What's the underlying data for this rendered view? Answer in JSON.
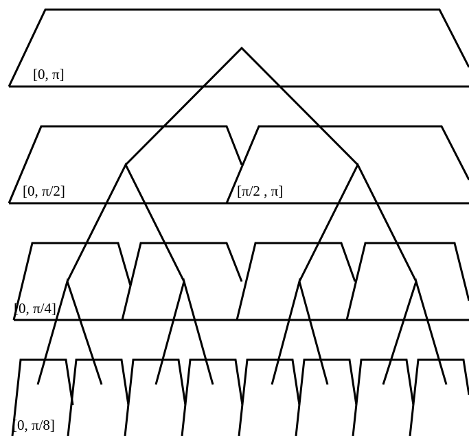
{
  "colors": {
    "stroke": "#000000",
    "background": "#ffffff"
  },
  "labels": {
    "level0": "[0, π]",
    "level1_left": "[0, π/2]",
    "level1_right": "[π/2 , π]",
    "level2": "[0, π/4]",
    "level3": "[0, π/8]"
  }
}
